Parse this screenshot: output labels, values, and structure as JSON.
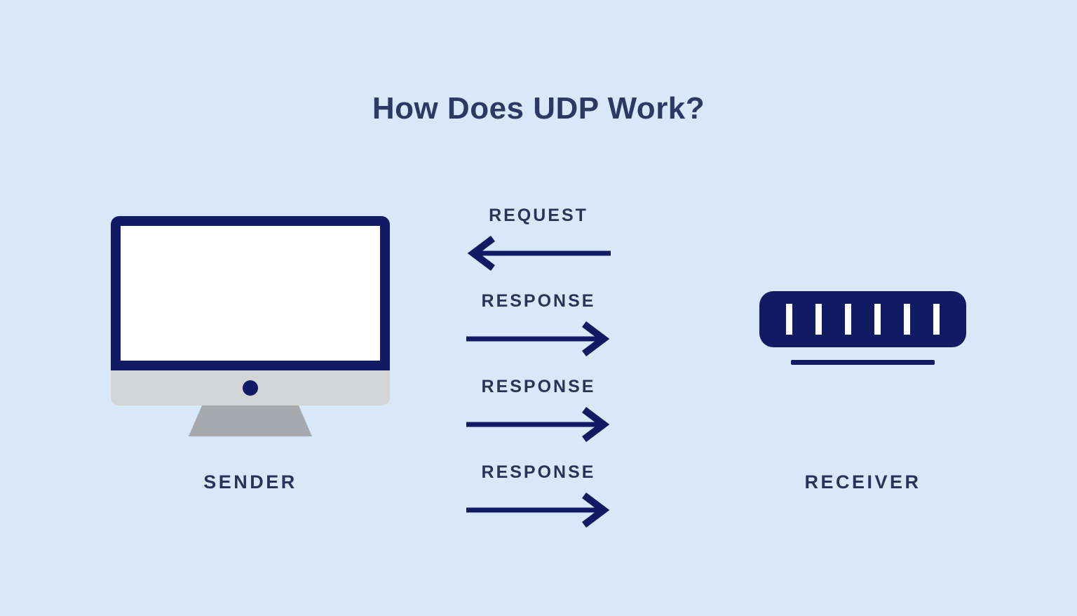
{
  "title": "How Does UDP Work?",
  "sender": {
    "label": "SENDER",
    "icon": "monitor-icon"
  },
  "receiver": {
    "label": "RECEIVER",
    "icon": "server-icon"
  },
  "messages": [
    {
      "label": "REQUEST",
      "direction": "left"
    },
    {
      "label": "RESPONSE",
      "direction": "right"
    },
    {
      "label": "RESPONSE",
      "direction": "right"
    },
    {
      "label": "RESPONSE",
      "direction": "right"
    }
  ],
  "colors": {
    "background": "#d9e8f9",
    "navy": "#111b64",
    "title_text": "#2b3a64",
    "label_text": "#283457",
    "monitor_chin_gray": "#d2d4d6",
    "monitor_stand_gray": "#a6a9ae",
    "screen_white": "#ffffff"
  }
}
